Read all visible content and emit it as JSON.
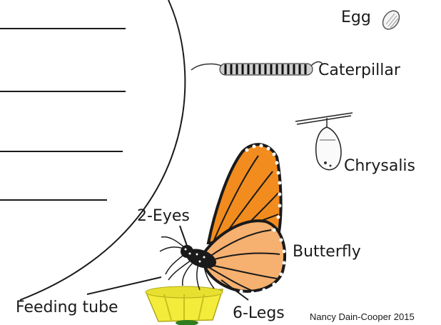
{
  "labels": {
    "egg": "Egg",
    "caterpillar": "Caterpillar",
    "chrysalis": "Chrysalis",
    "butterfly": "Butterfly",
    "eyes": "2-Eyes",
    "feeding_tube": "Feeding tube",
    "legs": "6-Legs"
  },
  "credit": "Nancy Dain-Cooper 2015",
  "colors": {
    "ink": "#1a1a1a",
    "wing_orange": "#f28c1e",
    "wing_light": "#f6b070",
    "wing_vein": "#1a1a1a",
    "flower_yellow": "#f3ec3a",
    "flower_shadow": "#c8c020",
    "stem_green": "#2f7d1e"
  },
  "icons": {
    "egg": "egg-icon",
    "caterpillar": "caterpillar-icon",
    "chrysalis": "chrysalis-icon",
    "butterfly": "monarch-butterfly-illustration",
    "flower": "yellow-flower-icon"
  }
}
